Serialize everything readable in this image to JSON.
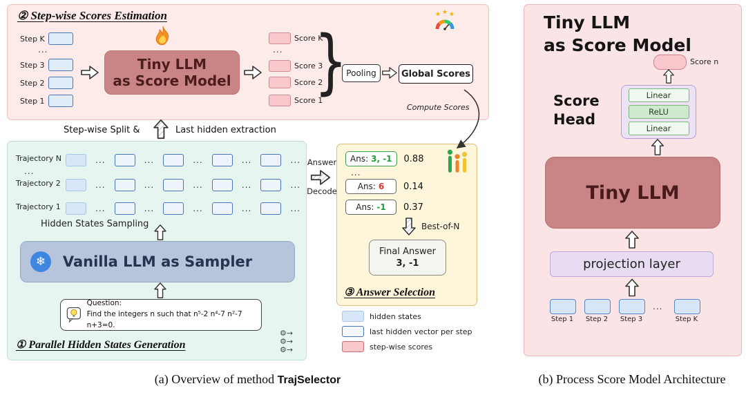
{
  "captions": {
    "a_prefix": "(a) Overview of method ",
    "a_method": "TrajSelector",
    "b": "(b) Process Score Model Architecture"
  },
  "misc": {
    "ellipsis": "..."
  },
  "icons": {
    "snowflake": "❄",
    "gear_row": "⚙→",
    "star": "★",
    "brace": "}"
  },
  "estimation": {
    "title": "② Step-wise Scores Estimation",
    "steps": [
      "Step K",
      "Step 3",
      "Step 2",
      "Step 1"
    ],
    "model_line1": "Tiny LLM",
    "model_line2": "as Score Model",
    "scores": [
      "Score K",
      "Score 3",
      "Score 2",
      "Score 1"
    ],
    "pooling": "Pooling",
    "global_scores": "Global Scores",
    "compute_scores": "Compute Scores",
    "split_left": "Step-wise Split &",
    "split_right": "Last hidden extraction"
  },
  "generation": {
    "title": "① Parallel Hidden States Generation",
    "trajectories": [
      "Trajectory N",
      "Trajectory 2",
      "Trajectory 1"
    ],
    "sampling": "Hidden States Sampling",
    "sampler": "Vanilla LLM as Sampler",
    "question_label": "Question:",
    "question_text": "Find the integers n such that n⁵-2 n⁴-7 n²-7 n+3=0."
  },
  "selection": {
    "title": "③ Answer Selection",
    "answer_word": "Answer",
    "decode_word": "Decode",
    "answers": [
      {
        "prefix": "Ans:",
        "value": "3, -1",
        "score": "0.88"
      },
      {
        "prefix": "Ans:",
        "value": "6",
        "score": "0.14"
      },
      {
        "prefix": "Ans:",
        "value": "-1",
        "score": "0.37"
      }
    ],
    "best_of_n": "Best-of-N",
    "final_label": "Final Answer",
    "final_value": "3, -1"
  },
  "legend": {
    "items": [
      {
        "label": "hidden states"
      },
      {
        "label": "last hidden vector per step"
      },
      {
        "label": "step-wise scores"
      }
    ]
  },
  "score_model": {
    "title_line1": "Tiny LLM",
    "title_line2": "as Score Model",
    "score_n": "Score n",
    "head_line1": "Score",
    "head_line2": "Head",
    "layers": [
      "Linear",
      "ReLU",
      "Linear"
    ],
    "model": "Tiny LLM",
    "projection": "projection layer",
    "steps": [
      "Step 1",
      "Step 2",
      "Step 3",
      "Step K"
    ]
  },
  "colors": {
    "hidden_state_fill": "#d7e7f8",
    "last_hidden_border": "#4a74b8",
    "stepwise_score_fill": "#f9c8cd",
    "score_model_fill": "#c98585",
    "answer_green": "#1f9e3d",
    "answer_red": "#d6392e"
  }
}
